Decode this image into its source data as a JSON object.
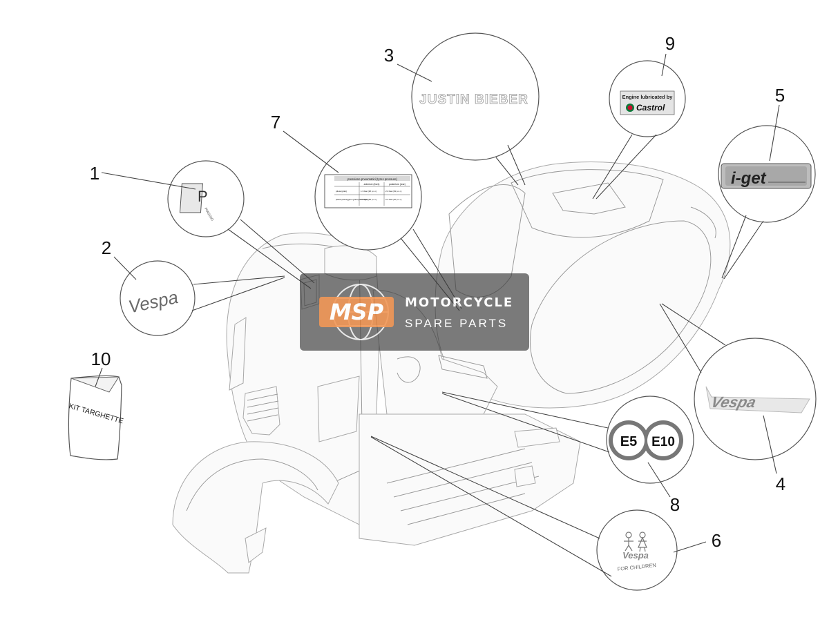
{
  "callouts": [
    {
      "number": "1",
      "label_text": "PIAGGIO"
    },
    {
      "number": "2",
      "label_text": "Vespa"
    },
    {
      "number": "3",
      "label_text": "JUSTIN BIEBER"
    },
    {
      "number": "4",
      "label_text": "Vespa"
    },
    {
      "number": "5",
      "label_text": "i-get"
    },
    {
      "number": "6",
      "label_text": "FOR CHILDREN"
    },
    {
      "number": "7",
      "label_text": "pressione pneumatici (tyres pressure)"
    },
    {
      "number": "8",
      "label_text": ""
    },
    {
      "number": "9",
      "label_text": "Engine lubricated by"
    },
    {
      "number": "10",
      "label_text": "KIT TARGHETTE"
    }
  ],
  "decals": {
    "castrol_brand": "Castrol",
    "fuel_badges": [
      "E5",
      "E10"
    ],
    "vespa_small": "Vespa",
    "tyre_rows": [
      "anteriore (front)",
      "posteriore (rear)"
    ],
    "tyre_row_labels": [
      "pilota (pilot)",
      "pilota+passeggero (pilot+passenger)"
    ],
    "tyre_values": [
      "1.9 bar (28 p.s.i.)",
      "2.0 bar (29 p.s.i.)",
      "1.9 bar (28 p.s.i.)",
      "2.2 bar (32 p.s.i.)"
    ]
  },
  "watermark": {
    "logo": "MSP",
    "line1": "MOTORCYCLE",
    "line2": "SPARE PARTS"
  },
  "colors": {
    "line": "#444444",
    "ghost": "#9a9a9a",
    "castrol_red": "#c8102e",
    "castrol_green": "#0a7a3a",
    "watermark_orange": "#f07c2a",
    "watermark_grey": "#3a3a3a"
  }
}
